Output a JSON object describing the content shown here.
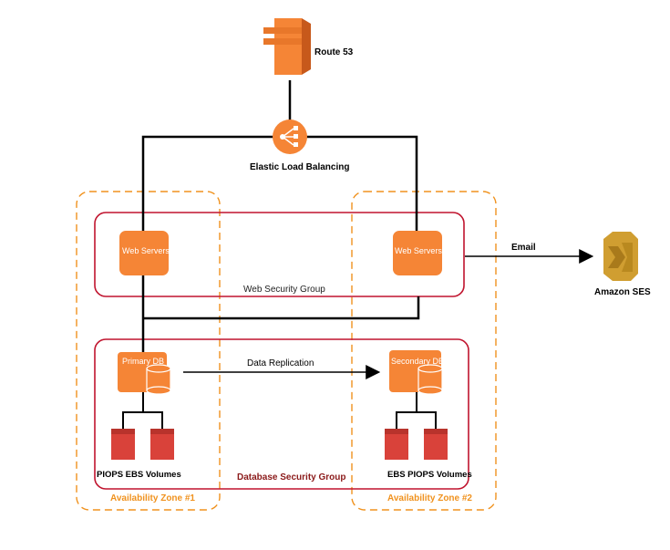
{
  "nodes": {
    "route53": {
      "label": "Route 53",
      "icon": "route53-icon"
    },
    "elb": {
      "label": "Elastic Load Balancing",
      "icon": "load-balancer-icon"
    },
    "web_server_1": {
      "label": "Web Servers"
    },
    "web_server_2": {
      "label": "Web Servers"
    },
    "primary_db": {
      "label": "Primary DB",
      "icon": "database-icon"
    },
    "secondary_db": {
      "label": "Secondary DB",
      "icon": "database-icon"
    },
    "volumes_1": {
      "label": "PIOPS EBS Volumes",
      "icon": "ebs-volume-icon"
    },
    "volumes_2": {
      "label": "EBS PIOPS Volumes",
      "icon": "ebs-volume-icon"
    },
    "ses": {
      "label": "Amazon SES",
      "icon": "ses-icon"
    }
  },
  "groups": {
    "web_security_group": "Web Security Group",
    "database_security_group": "Database Security Group",
    "availability_zone_1": "Availability Zone #1",
    "availability_zone_2": "Availability Zone #2"
  },
  "edges": {
    "replication": "Data Replication",
    "email": "Email"
  },
  "colors": {
    "aws_orange": "#f58536",
    "zone_border": "#f0921e",
    "security_group_border": "#c0142e",
    "ebs_red": "#d9423a",
    "ses_gold": "#d09e31",
    "connector": "#000000"
  }
}
